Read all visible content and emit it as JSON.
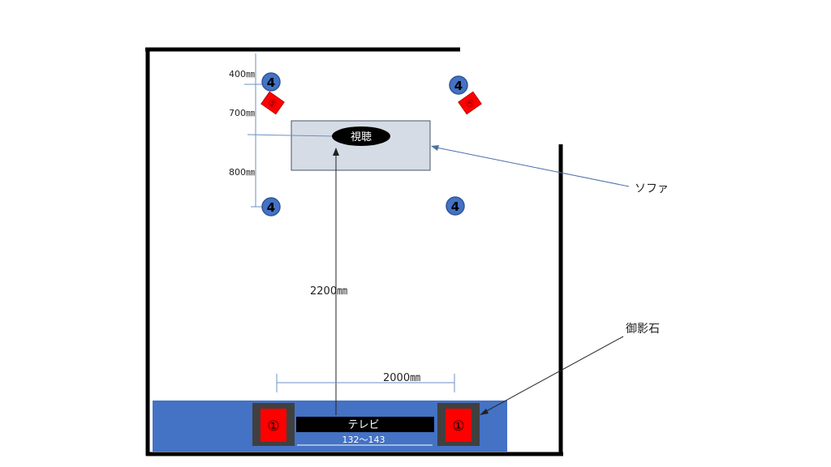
{
  "labels": {
    "viewing": "視聴",
    "sofa": "ソファ",
    "mikageishi": "御影石",
    "tv": "テレビ",
    "tv_size": "132～143",
    "dist_2200": "2200㎜",
    "dist_2000": "2000㎜",
    "dim_400": "400㎜",
    "dim_700": "700㎜",
    "dim_800": "800㎜"
  },
  "markers": {
    "speaker_1": "①",
    "speaker_4": "4",
    "speaker_5": "⑤"
  },
  "colors": {
    "wall": "#000000",
    "tv_board": "#4472c4",
    "speaker_red": "#ff0000",
    "speaker_box": "#404040",
    "circle_blue": "#4472c4",
    "sofa_fill": "#d6dce5",
    "leader_line": "#4a6fa5"
  }
}
